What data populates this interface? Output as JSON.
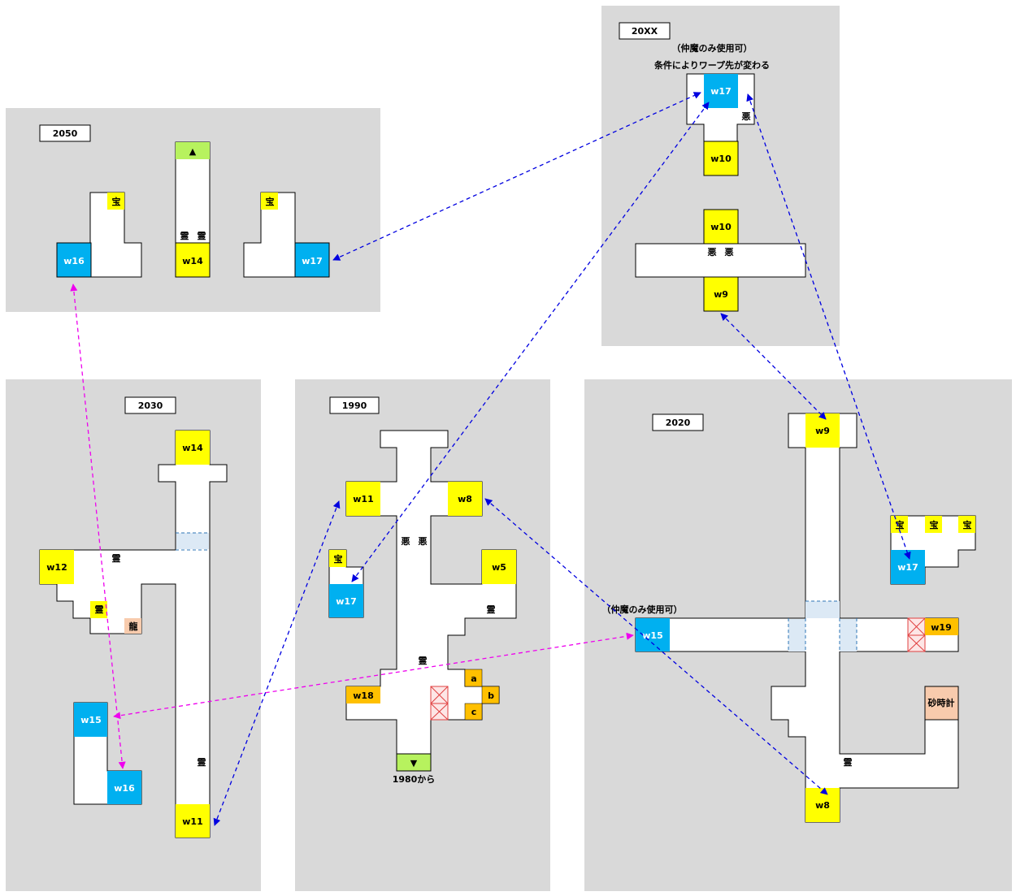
{
  "colors": {
    "panel_bg": "#d9d9d9",
    "floor": "#ffffff",
    "yellow_warp": "#ffff00",
    "blue_warp": "#00b0f0",
    "orange_warp": "#ffc000",
    "green_stair": "#b7f25e",
    "peach": "#f8cbad",
    "shallow_blue": "#dce9f5",
    "block_red": "#e04040",
    "arrow_blue": "#0000e0",
    "arrow_magenta": "#ee00ee"
  },
  "eras": {
    "e2050": "2050",
    "e20xx": "20XX",
    "e2030": "2030",
    "e1990": "1990",
    "e2020": "2020"
  },
  "notes": {
    "ally_only": "（仲魔のみ使用可）",
    "warp_changes": "条件によりワープ先が変わる",
    "ally_only_2020": "（仲魔のみ使用可）",
    "from_1980": "1980から"
  },
  "warps": {
    "w5": "w5",
    "w8": "w8",
    "w9": "w9",
    "w10": "w10",
    "w11": "w11",
    "w12": "w12",
    "w14": "w14",
    "w15": "w15",
    "w16": "w16",
    "w17": "w17",
    "w18": "w18",
    "w19": "w19"
  },
  "symbols": {
    "treasure": "宝",
    "spirit": "霊",
    "demon": "悪",
    "dragon": "龍",
    "hourglass": "砂時計",
    "up": "▲",
    "down": "▼",
    "a": "a",
    "b": "b",
    "c": "c"
  }
}
